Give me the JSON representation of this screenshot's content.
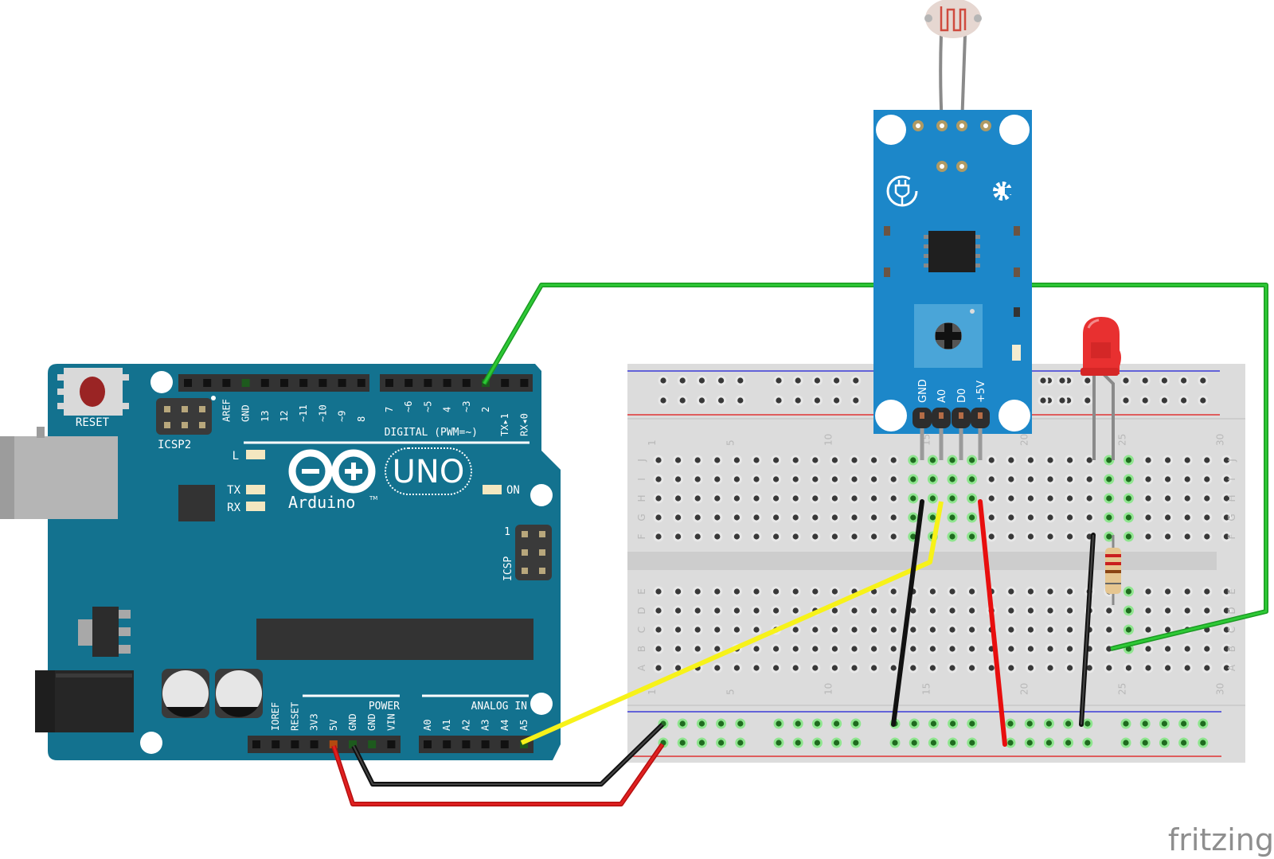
{
  "diagram": {
    "watermark": "fritzing",
    "colors": {
      "arduino_board": "#13728f",
      "sensor_board": "#1c87c9",
      "breadboard": "#dcdcdc",
      "rail_blue": "#3b3bd6",
      "rail_red": "#e03434",
      "wire_green": "#22b52a",
      "wire_yellow": "#f7f219",
      "wire_black": "#111111",
      "wire_red": "#e80e0e",
      "led_red": "#e83030"
    }
  },
  "arduino": {
    "name": "Arduino",
    "model": "UNO",
    "trademark": "TM",
    "reset_label": "RESET",
    "icsp2_label": "ICSP2",
    "icsp_label": "ICSP",
    "icsp_pin1_label": "1",
    "digital_label": "DIGITAL (PWM=~)",
    "power_label": "POWER",
    "analog_label": "ANALOG IN",
    "led_labels": {
      "l": "L",
      "tx": "TX",
      "rx": "RX",
      "on": "ON"
    },
    "digital_pins_left": [
      "AREF",
      "GND",
      "13",
      "12",
      "~11",
      "~10",
      "~9",
      "8"
    ],
    "digital_pins_right": [
      "7",
      "~6",
      "~5",
      "4",
      "~3",
      "2",
      "TX▸1",
      "RX◂0"
    ],
    "power_pins": [
      "IOREF",
      "RESET",
      "3V3",
      "5V",
      "GND",
      "GND",
      "VIN"
    ],
    "analog_pins": [
      "A0",
      "A1",
      "A2",
      "A3",
      "A4",
      "A5"
    ]
  },
  "sensor_module": {
    "name": "Photoresistor light sensor module",
    "pin_labels": [
      "GND",
      "A0",
      "D0",
      "+5V"
    ],
    "icons": [
      "power-plug-icon",
      "gear-icon"
    ]
  },
  "breadboard": {
    "column_numbers": [
      "1",
      "5",
      "10",
      "15",
      "20",
      "25",
      "30"
    ],
    "top_row_letters": [
      "J",
      "I",
      "H",
      "G",
      "F"
    ],
    "bottom_row_letters": [
      "E",
      "D",
      "C",
      "B",
      "A"
    ],
    "columns": 30
  },
  "components": [
    {
      "type": "LED",
      "color": "red",
      "columns": [
        "24",
        "25"
      ]
    },
    {
      "type": "resistor",
      "column": "25"
    }
  ],
  "wires": [
    {
      "color": "green",
      "from": "Arduino D2",
      "to": "Breadboard B25"
    },
    {
      "color": "yellow",
      "from": "Arduino A5",
      "to": "Sensor A0 (H15)"
    },
    {
      "color": "black",
      "from": "Sensor GND (H14)",
      "to": "GND rail"
    },
    {
      "color": "red",
      "from": "Sensor +5V (H17)",
      "to": "5V rail"
    },
    {
      "color": "black",
      "from": "LED cathode (F24)",
      "to": "GND rail"
    },
    {
      "color": "black",
      "from": "Arduino GND",
      "to": "GND rail"
    },
    {
      "color": "red",
      "from": "Arduino 5V",
      "to": "5V rail"
    }
  ]
}
